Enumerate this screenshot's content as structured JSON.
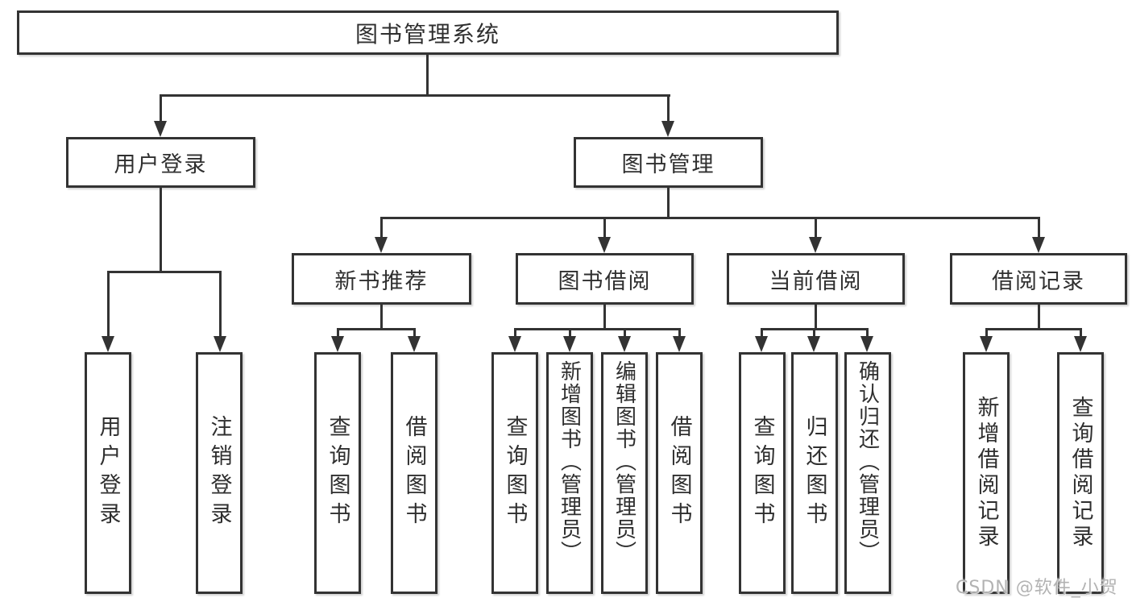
{
  "title": "图书管理系统",
  "watermark": "CSDN @软件_小贺同学",
  "colors": {
    "line": "#333333",
    "text": "#2f2f2f",
    "box_background": "#ffffff",
    "watermark": "#b3b3b3"
  },
  "tree": {
    "root": {
      "label": "图书管理系统"
    },
    "branches": [
      {
        "label": "用户登录",
        "children": [
          {
            "label": "用户登录"
          },
          {
            "label": "注销登录"
          }
        ]
      },
      {
        "label": "图书管理",
        "children": [
          {
            "label": "新书推荐",
            "children": [
              {
                "label": "查询图书"
              },
              {
                "label": "借阅图书"
              }
            ]
          },
          {
            "label": "图书借阅",
            "children": [
              {
                "label": "查询图书"
              },
              {
                "label": "新增图书（管理员）"
              },
              {
                "label": "编辑图书（管理员）"
              },
              {
                "label": "借阅图书"
              }
            ]
          },
          {
            "label": "当前借阅",
            "children": [
              {
                "label": "查询图书"
              },
              {
                "label": "归还图书"
              },
              {
                "label": "确认归还（管理员）"
              }
            ]
          },
          {
            "label": "借阅记录",
            "children": [
              {
                "label": "新增借阅记录"
              },
              {
                "label": "查询借阅记录"
              }
            ]
          }
        ]
      }
    ]
  }
}
